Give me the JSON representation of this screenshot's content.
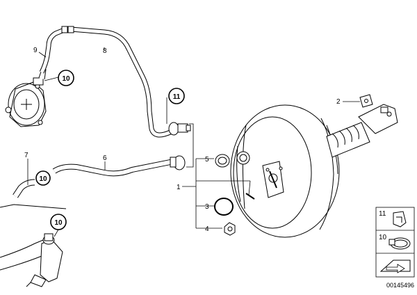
{
  "diagram": {
    "callouts": {
      "c9": "9",
      "c8": "8",
      "c10_top": "10",
      "c11": "11",
      "c7": "7",
      "c6": "6",
      "c10_mid": "10",
      "c10_bottom": "10",
      "c2": "2",
      "c1": "1",
      "c5": "5",
      "c3": "3",
      "c4": "4"
    },
    "legend": {
      "item_a": "11",
      "item_b": "10"
    },
    "identifier": "00145496"
  }
}
